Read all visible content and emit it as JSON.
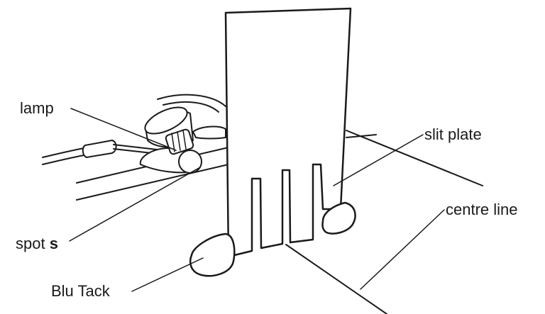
{
  "labels": {
    "lamp": "lamp",
    "slit_plate": "slit plate",
    "centre_line": "centre line",
    "spot_prefix": "spot ",
    "spot_letter": "s",
    "blu_tack": "Blu Tack"
  }
}
